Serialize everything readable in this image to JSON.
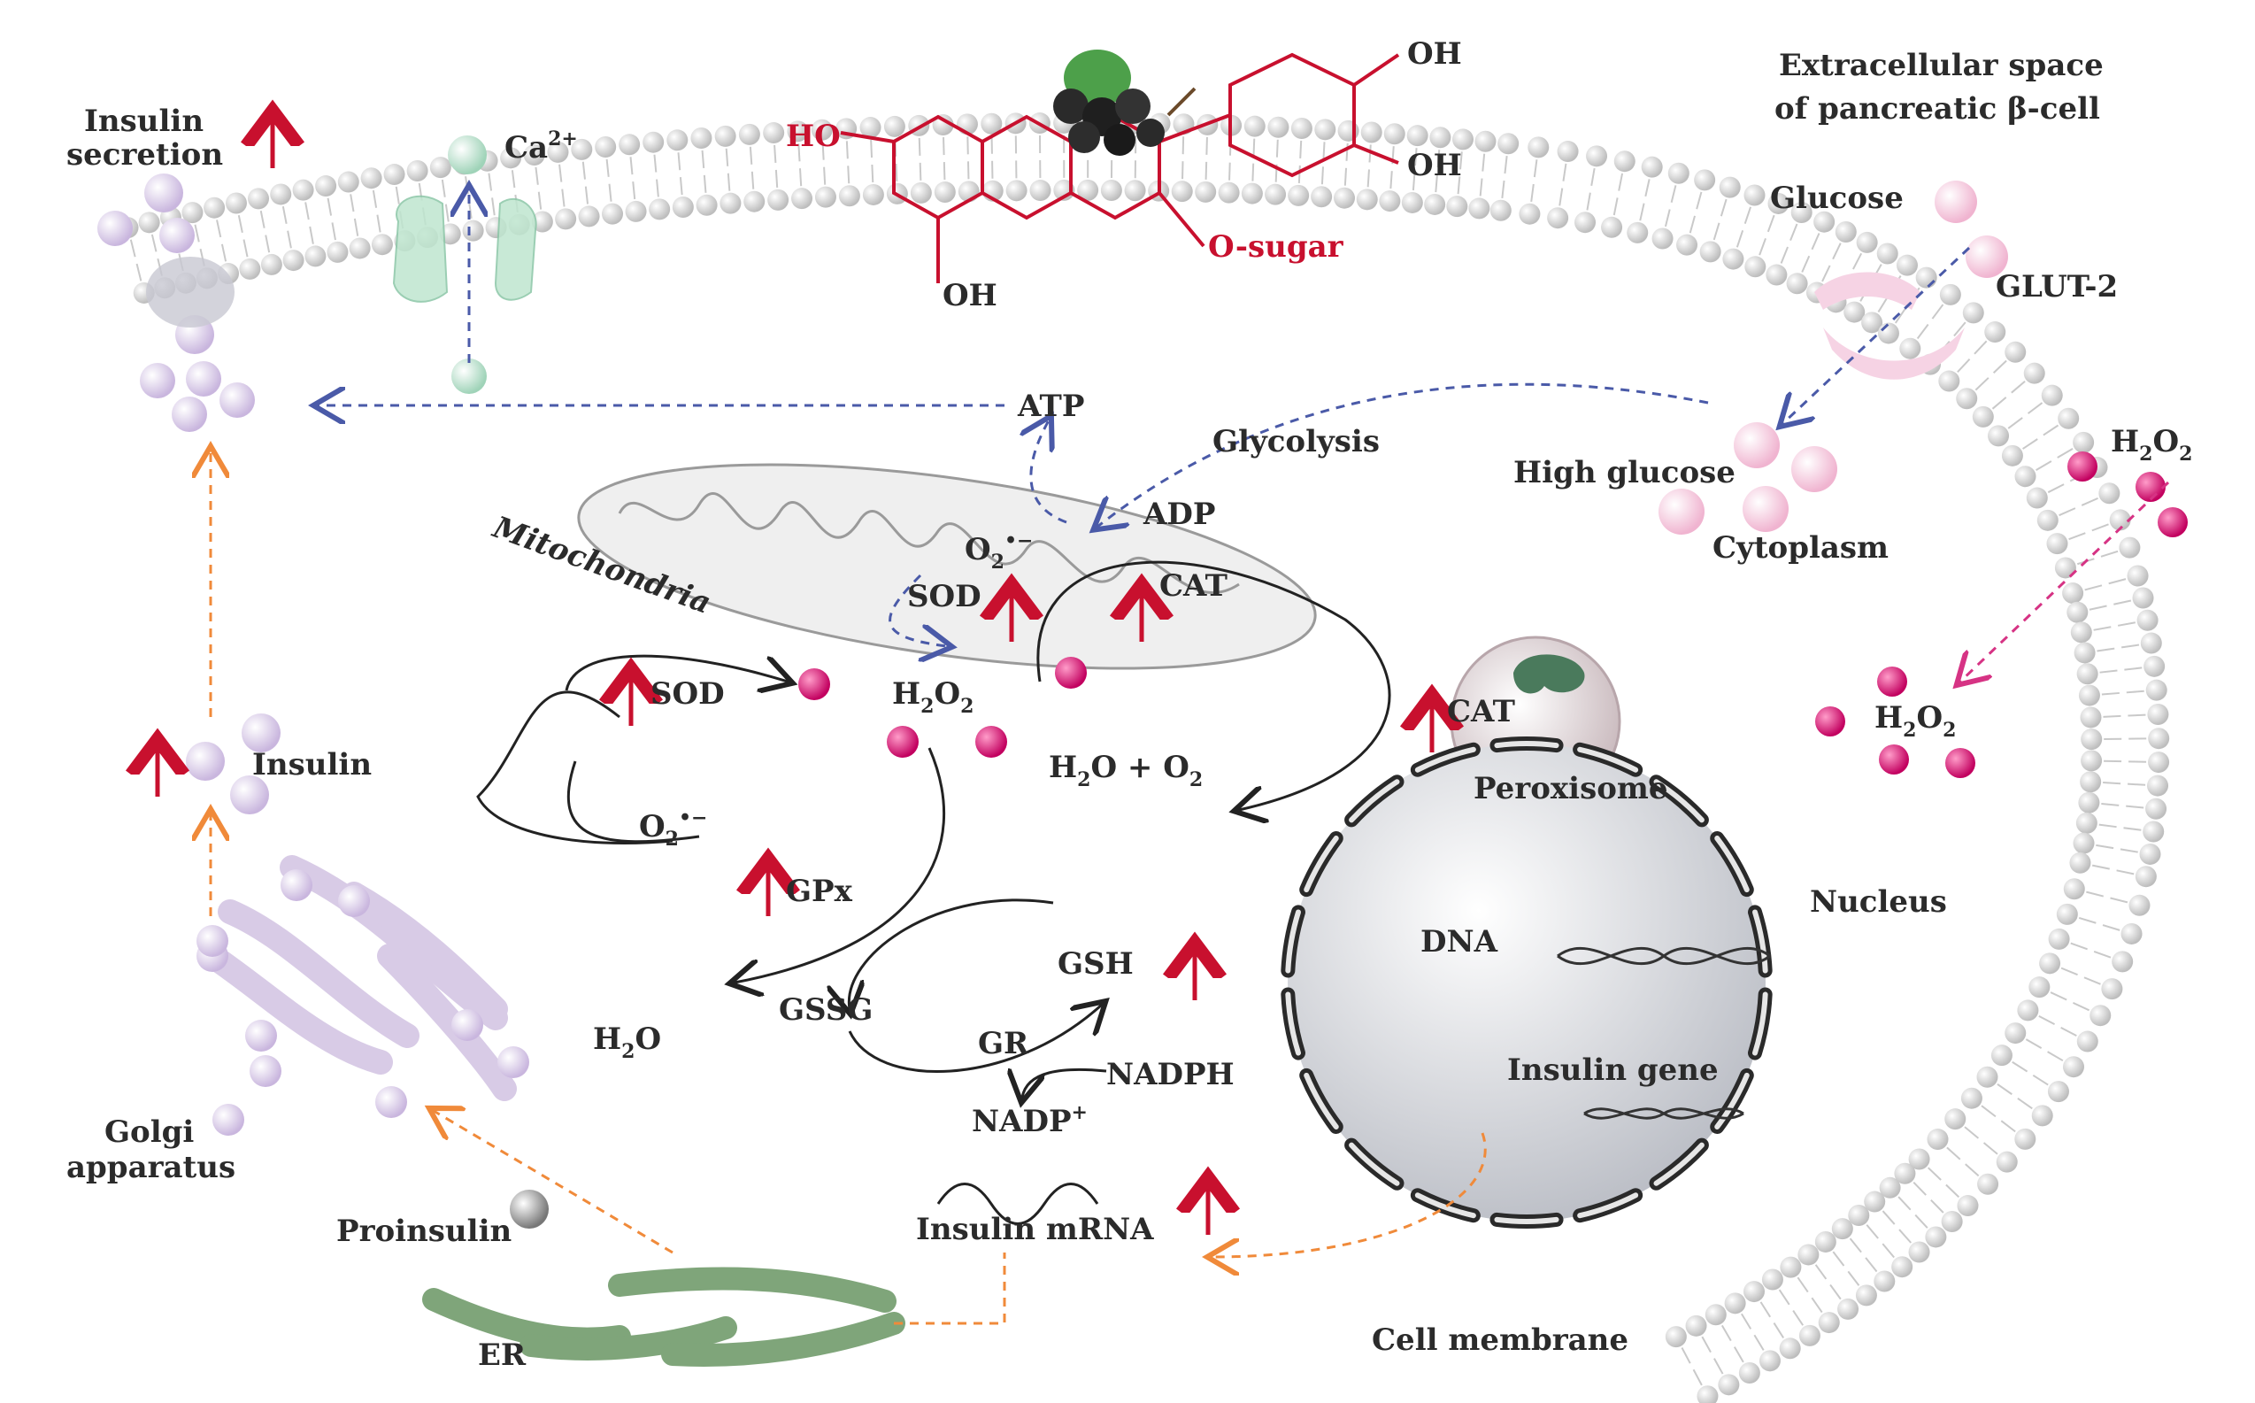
{
  "labels": {
    "insulin_secretion_1": "Insulin",
    "insulin_secretion_2": "secretion",
    "ca": "Ca",
    "ca_sup": "2+",
    "extracellular_1": "Extracellular space",
    "extracellular_2": "of pancreatic β-cell",
    "glucose": "Glucose",
    "glut2": "GLUT-2",
    "high_glucose": "High glucose",
    "cytoplasm": "Cytoplasm",
    "atp": "ATP",
    "adp": "ADP",
    "glycolysis": "Glycolysis",
    "mitochondria": "Mitochondria",
    "o2_rad_top": "O",
    "sod_top": "SOD",
    "cat_top": "CAT",
    "sod_left": "SOD",
    "h2o2_mid": "H",
    "h2o_o2": "H",
    "o2_rad_left": "O",
    "gpx": "GPx",
    "peroxisome": "Peroxisome",
    "cat_perox": "CAT",
    "gssg": "GSSG",
    "gsh": "GSH",
    "gr": "GR",
    "nadph": "NADPH",
    "nadp": "NADP",
    "h2o": "H",
    "insulin": "Insulin",
    "golgi_1": "Golgi",
    "golgi_2": "apparatus",
    "proinsulin": "Proinsulin",
    "er": "ER",
    "insulin_mrna": "Insulin mRNA",
    "dna": "DNA",
    "nucleus": "Nucleus",
    "insulin_gene": "Insulin gene",
    "cell_membrane": "Cell membrane",
    "h2o2_right_top": "H",
    "h2o2_right_mid": "H",
    "ho": "HO",
    "oh_top": "OH",
    "oh_right": "OH",
    "oh_bottom": "OH",
    "o_sugar": "O-sugar"
  },
  "colors": {
    "membrane": "#d9d9d9",
    "ros": "#d81b7a",
    "up_arrow": "#c8102e",
    "glucose": "#f4c6dc",
    "insulin_granule": "#ddd0ea",
    "er": "#7fa57a",
    "calcium": "#a9dcc4",
    "dashed_blue": "#4a5aa8",
    "dashed_orange": "#f08a3a",
    "dashed_pink": "#d63384",
    "anthocyanin": "#c8102e"
  },
  "icons": [
    "berry-icon",
    "dna-helix-icon"
  ]
}
